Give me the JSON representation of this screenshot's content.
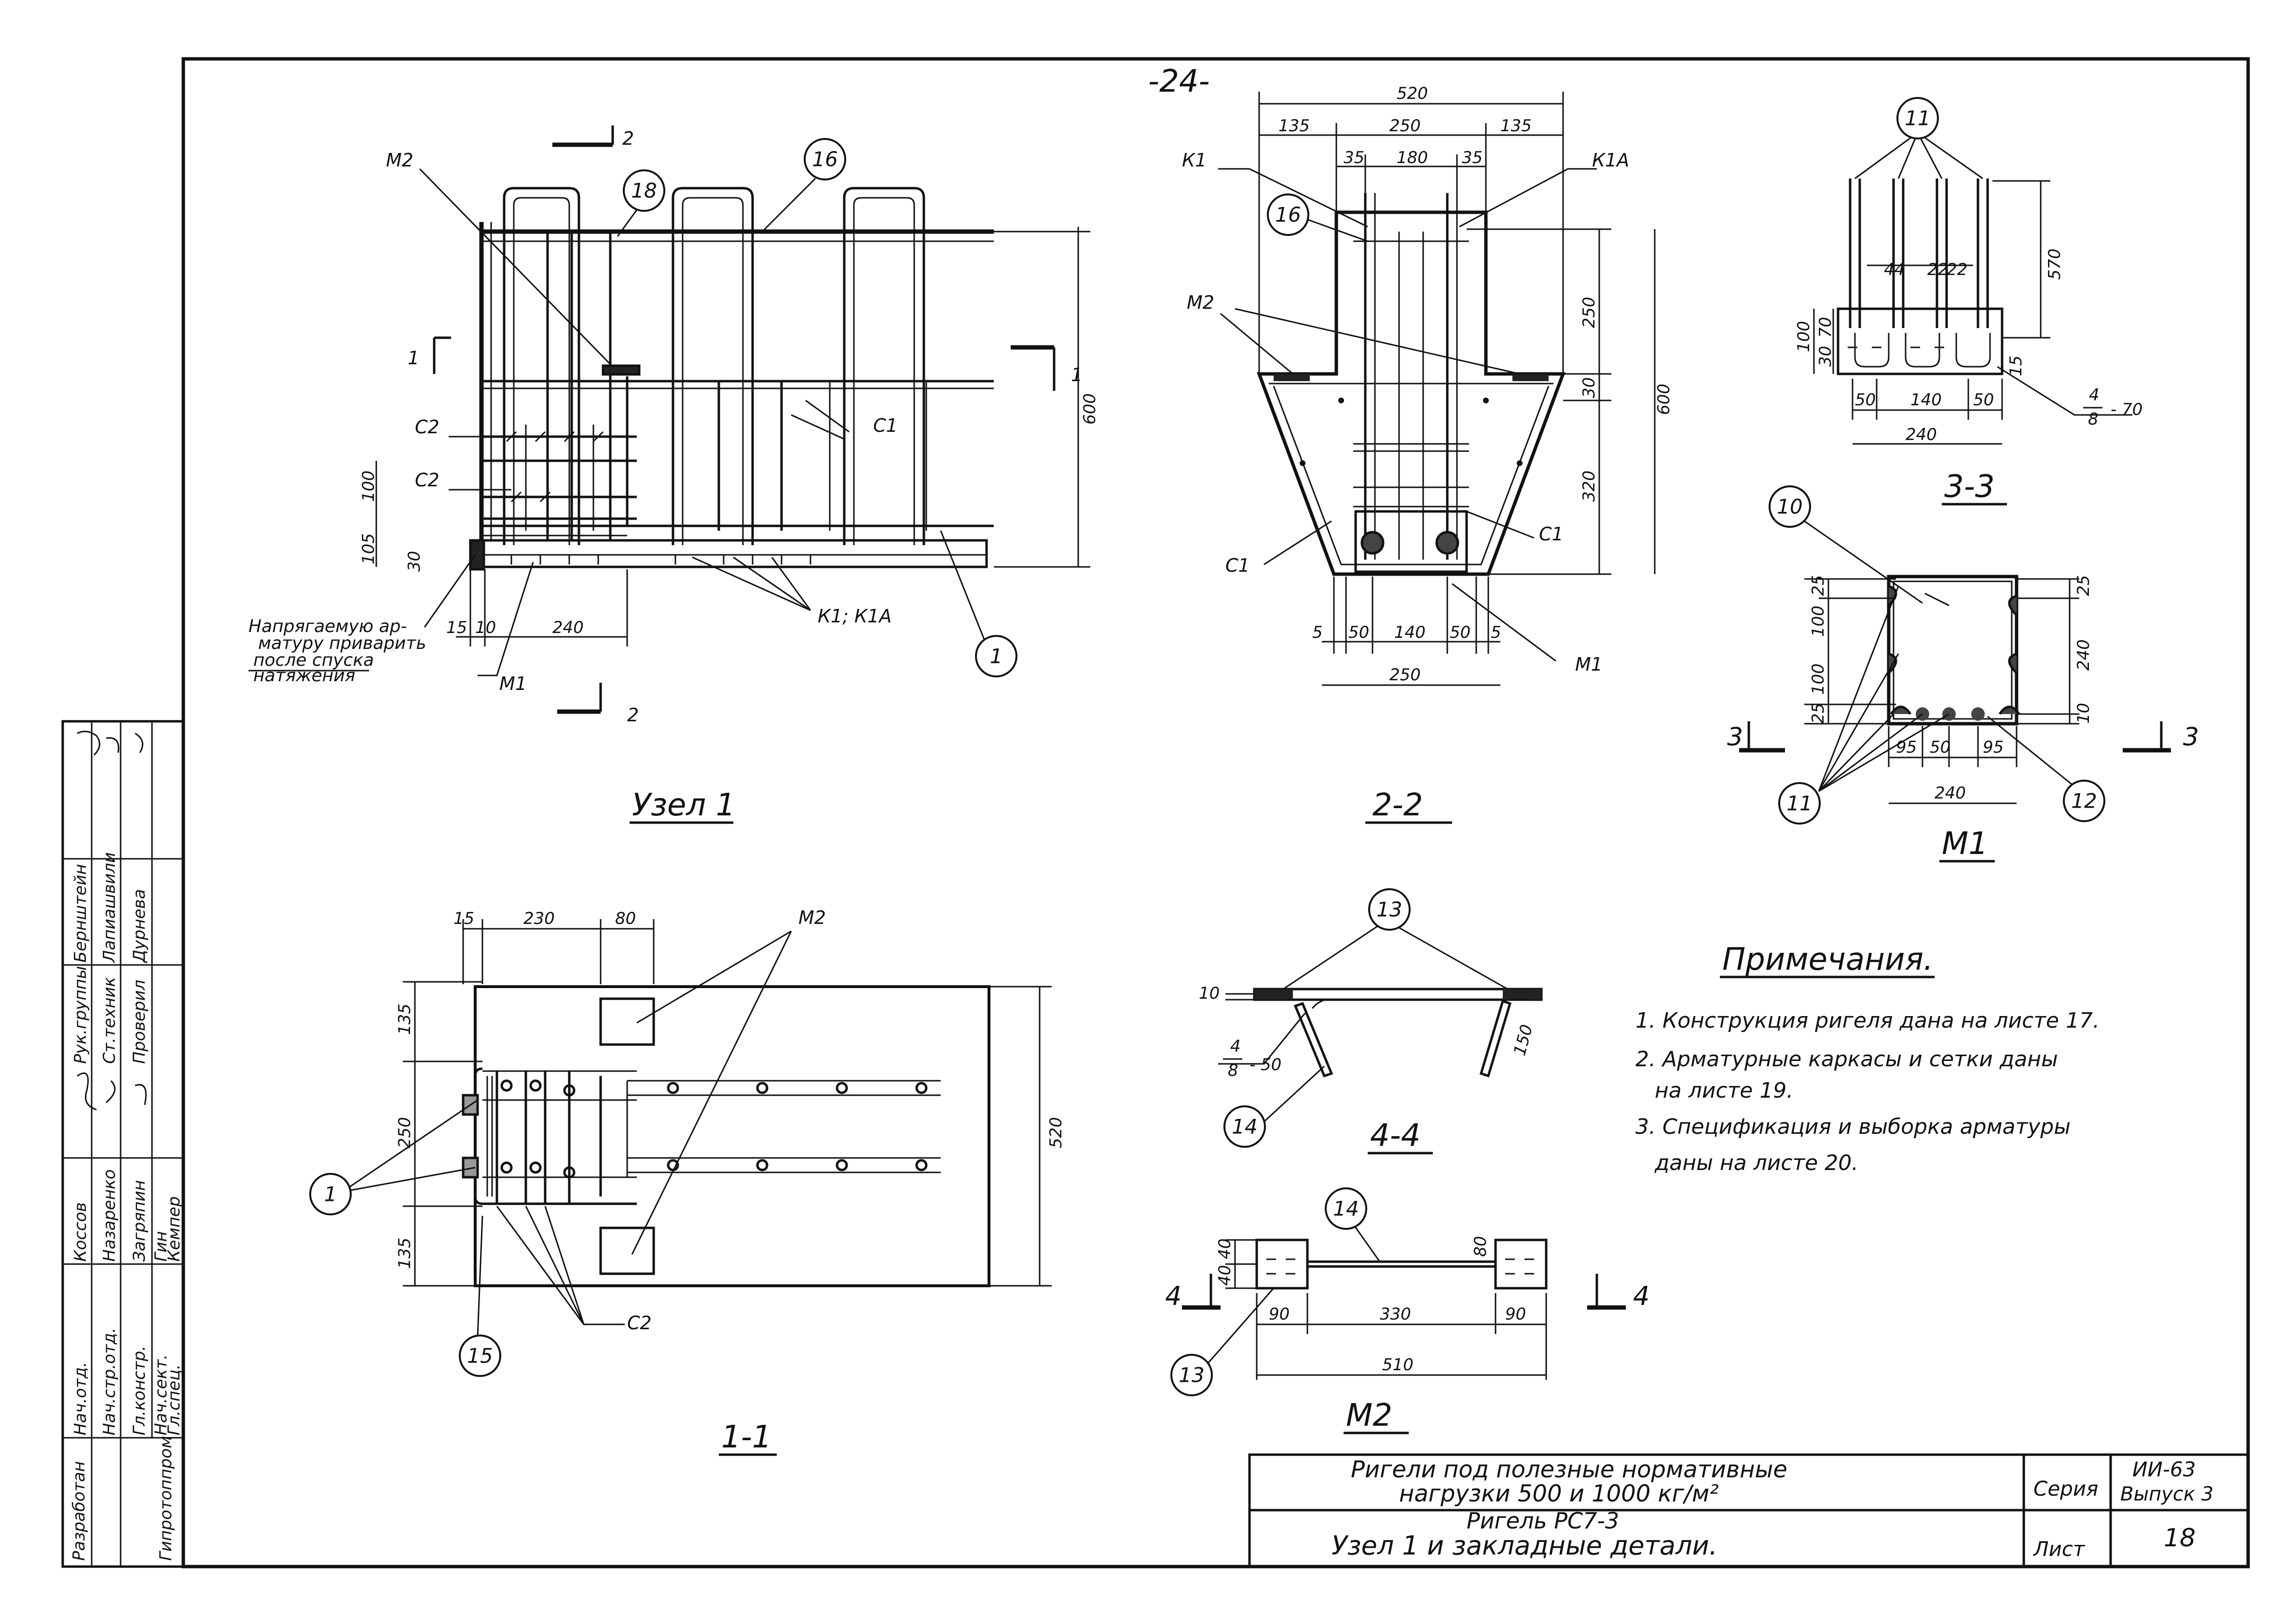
{
  "sheet": {
    "page_number": "-24-",
    "sheet_title_line1": "Ригели под полезные нормативные",
    "sheet_title_line2": "нагрузки 500 и 1000 кг/м²",
    "sheet_title_line3": "Ригель РС7-3",
    "sheet_title_line4": "Узел 1 и закладные детали.",
    "series_label": "Серия",
    "series_value_1": "ИИ-63",
    "series_value_2": "Выпуск 3",
    "list_label": "Лист",
    "list_value": "18"
  },
  "stamp": {
    "developer": "Разработан",
    "institute": "Гипротоппром",
    "roles": [
      "Нач.отд.",
      "Нач.стр.отд.",
      "Гл.констр.",
      "Нач.сект.",
      "Гл.спец."
    ],
    "names": [
      "Коссов",
      "Назаренко",
      "Загряпин",
      "Гин",
      "Кемпер"
    ],
    "roles2": [
      "Рук.группы",
      "Ст.техник",
      "Проверил"
    ],
    "names2": [
      "Бернштейн",
      "Лапиашвили",
      "Дурнева"
    ]
  },
  "views": {
    "uzel1": "Узел 1",
    "s22": "2-2",
    "s33": "3-3",
    "m1": "М1",
    "s11": "1-1",
    "s44": "4-4",
    "m2": "М2"
  },
  "uzel1_labels": {
    "m2": "М2",
    "c2a": "С2",
    "c2b": "С2",
    "c1": "С1",
    "k1": "К1; К1А",
    "m1": "М1",
    "cut2": "2",
    "cut2b": "2",
    "cut1": "1",
    "cut1b": "1",
    "note_line1": "Напрягаемую ар-",
    "note_line2": "матуру приварить",
    "note_line3": "после спуска",
    "note_line4": "натяжения",
    "d100": "100",
    "d105": "105",
    "d30": "30",
    "d15": "15",
    "d10": "10",
    "d240": "240",
    "d600": "600"
  },
  "s22_labels": {
    "k1": "К1",
    "k1a": "К1А",
    "m2": "М2",
    "c1a": "С1",
    "c1b": "С1",
    "m1": "М1",
    "d520": "520",
    "d135a": "135",
    "d250top": "250",
    "d135b": "135",
    "d35a": "35",
    "d180": "180",
    "d35b": "35",
    "d250v": "250",
    "d30": "30",
    "d320": "320",
    "d600": "600",
    "d5a": "5",
    "d50a": "50",
    "d140": "140",
    "d50b": "50",
    "d5b": "5",
    "d250bot": "250"
  },
  "s33_labels": {
    "d44": "44",
    "d22a": "22",
    "d22b": "22",
    "d570": "570",
    "d100": "100",
    "d70": "70",
    "d30": "30",
    "d15": "15",
    "d50a": "50",
    "d140": "140",
    "d50b": "50",
    "d240": "240",
    "weld_num": "4",
    "weld_den": "8",
    "weld_len": "- 70"
  },
  "m1_labels": {
    "d25a": "25",
    "d100a": "100",
    "d100b": "100",
    "d25b": "25",
    "d25c": "25",
    "d240v": "240",
    "d10": "10",
    "d95a": "95",
    "d50": "50",
    "d95b": "95",
    "d240h": "240",
    "cut3a": "3",
    "cut3b": "3"
  },
  "s11_labels": {
    "d15": "15",
    "d230": "230",
    "d80": "80",
    "d135a": "135",
    "d250": "250",
    "d135b": "135",
    "d520": "520",
    "m2": "М2",
    "c2": "С2"
  },
  "s44_labels": {
    "d10": "10",
    "d150": "150",
    "weld_num": "4",
    "weld_den": "8",
    "weld_len": "- 50"
  },
  "m2_labels": {
    "d40a": "40",
    "d40b": "40",
    "d80": "80",
    "d90a": "90",
    "d330": "330",
    "d90b": "90",
    "d510": "510",
    "cut4a": "4",
    "cut4b": "4"
  },
  "bubbles": {
    "b1": "1",
    "b1b": "1",
    "b10": "10",
    "b11": "11",
    "b11b": "11",
    "b12": "12",
    "b13": "13",
    "b13b": "13",
    "b14": "14",
    "b14b": "14",
    "b15": "15",
    "b16": "16",
    "b16b": "16",
    "b18": "18"
  },
  "notes": {
    "heading": "Примечания.",
    "n1": "1. Конструкция ригеля дана на листе 17.",
    "n2a": "2. Арматурные каркасы и сетки даны",
    "n2b": "на листе 19.",
    "n3a": "3. Спецификация и выборка арматуры",
    "n3b": "даны на листе 20."
  }
}
